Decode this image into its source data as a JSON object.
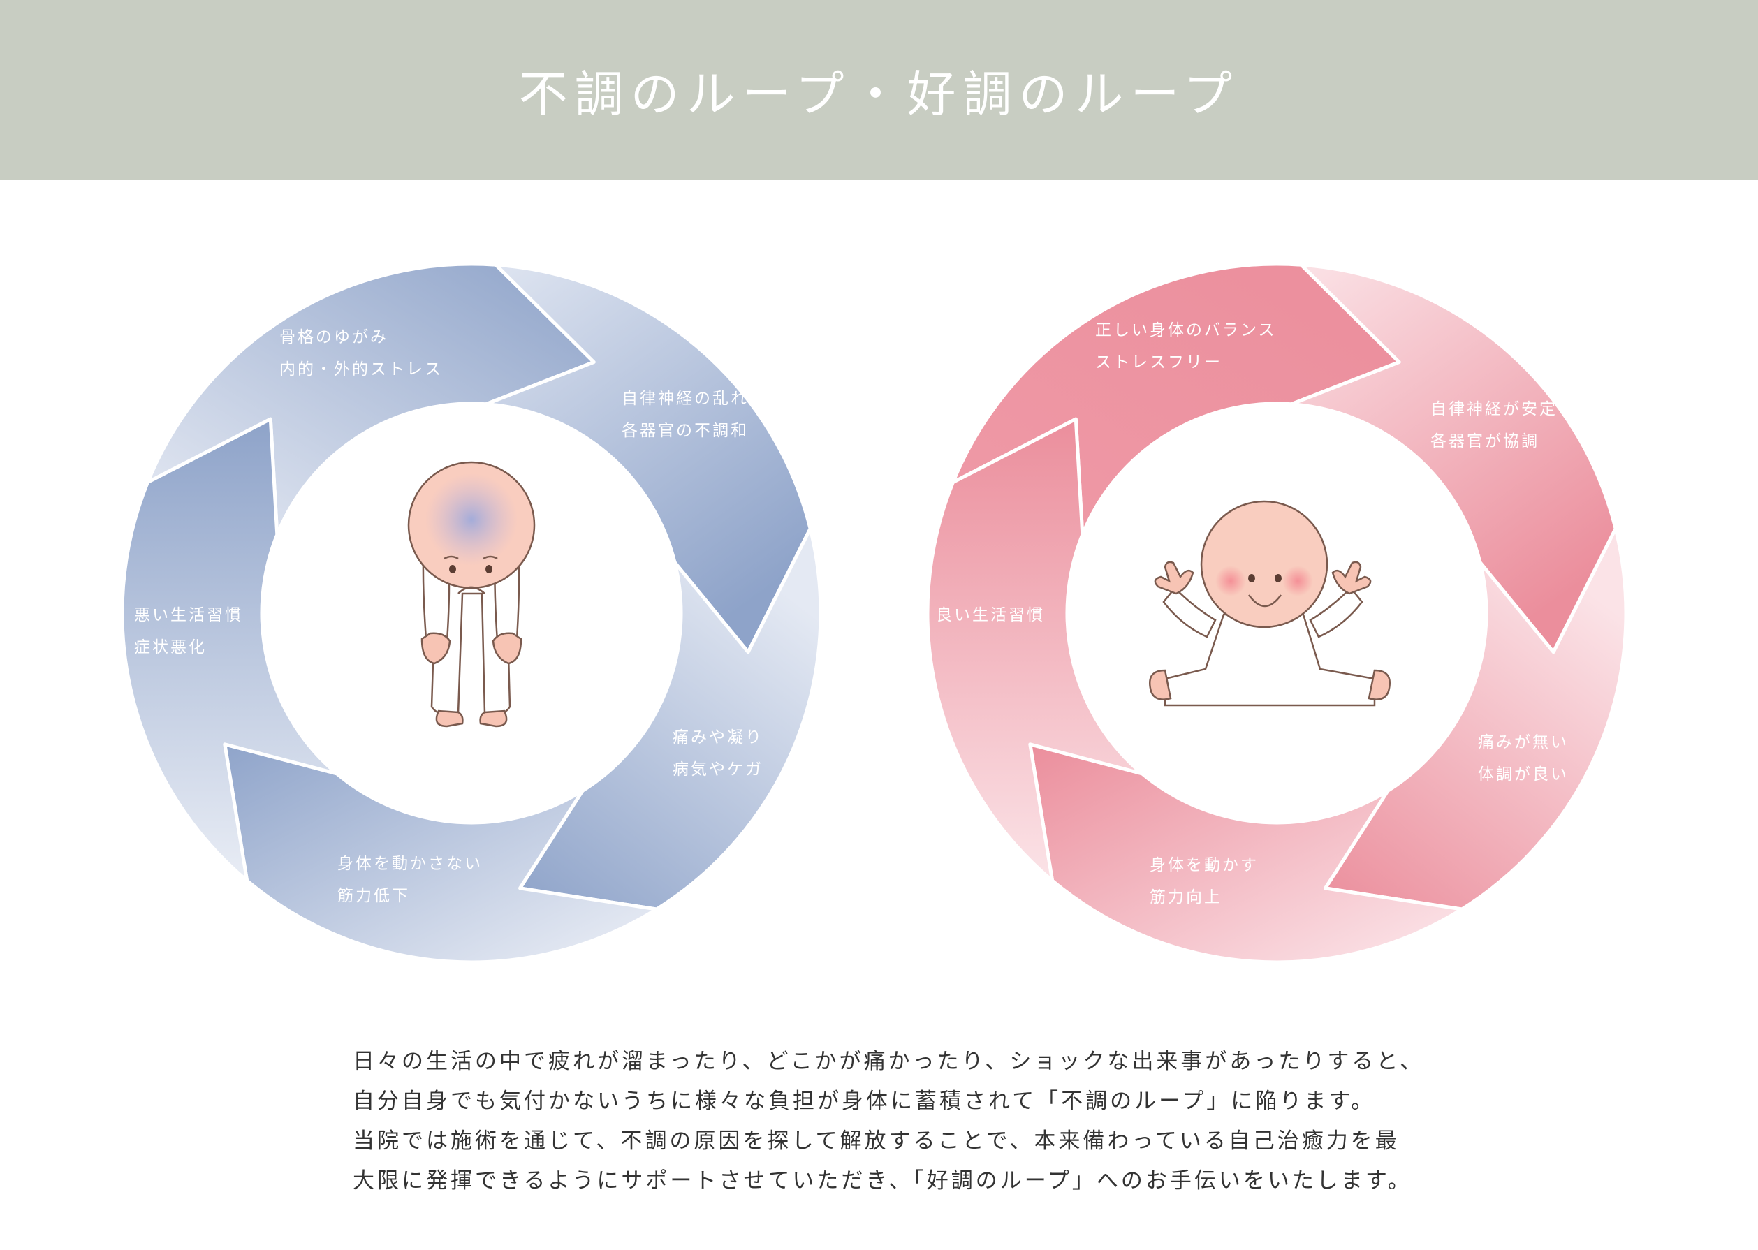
{
  "header": {
    "title": "不調のループ・好調のループ"
  },
  "colors": {
    "header_bg": "#c8cdc2",
    "blue_deep": "#8ea3c9",
    "blue_light": "#e7ebf4",
    "pink_deep": "#eb8e9c",
    "pink_light": "#fbe3e7"
  },
  "bad_loop": {
    "segments": [
      {
        "line1": "骨格のゆがみ",
        "line2": "内的・外的ストレス"
      },
      {
        "line1": "自律神経の乱れ",
        "line2": "各器官の不調和"
      },
      {
        "line1": "痛みや凝り",
        "line2": "病気やケガ"
      },
      {
        "line1": "身体を動かさない",
        "line2": "筋力低下"
      },
      {
        "line1": "悪い生活習慣",
        "line2": "症状悪化"
      }
    ]
  },
  "good_loop": {
    "segments": [
      {
        "line1": "正しい身体のバランス",
        "line2": "ストレスフリー"
      },
      {
        "line1": "自律神経が安定",
        "line2": "各器官が協調"
      },
      {
        "line1": "痛みが無い",
        "line2": "体調が良い"
      },
      {
        "line1": "身体を動かす",
        "line2": "筋力向上"
      },
      {
        "line1": "良い生活習慣",
        "line2": ""
      }
    ]
  },
  "description": {
    "lines": [
      "日々の生活の中で疲れが溜まったり、どこかが痛かったり、ショックな出来事があったりすると、",
      "自分自身でも気付かないうちに様々な負担が身体に蓄積されて「不調のループ」に陥ります。",
      "当院では施術を通じて、不調の原因を探して解放することで、本来備わっている自己治癒力を最",
      "大限に発揮できるようにサポートさせていただき、「好調のループ」へのお手伝いをいたします。"
    ]
  }
}
